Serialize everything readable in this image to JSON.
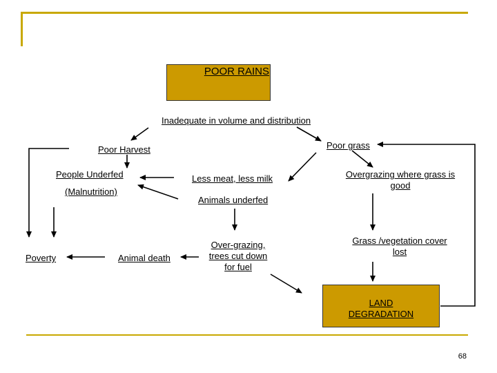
{
  "diagram": {
    "title": "POOR RAINS",
    "subtitle": "Inadequate in volume and distribution",
    "nodes": {
      "poor_harvest": "Poor Harvest",
      "poor_grass": "Poor grass",
      "people_underfed": "People Underfed",
      "malnutrition": "(Malnutrition)",
      "less_meat": "Less meat, less milk",
      "animals_underfed": "Animals underfed",
      "overgrazing": "Overgrazing where grass is good",
      "poverty": "Poverty",
      "animal_death": "Animal death",
      "over_grazing_trees": "Over-grazing, trees cut down for fuel",
      "grass_cover_lost": "Grass /vegetation cover lost",
      "land_degradation": "LAND DEGRADATION"
    }
  },
  "page_number": "68",
  "colors": {
    "frame": "#c8a800",
    "box_fill": "#cc9a00"
  }
}
